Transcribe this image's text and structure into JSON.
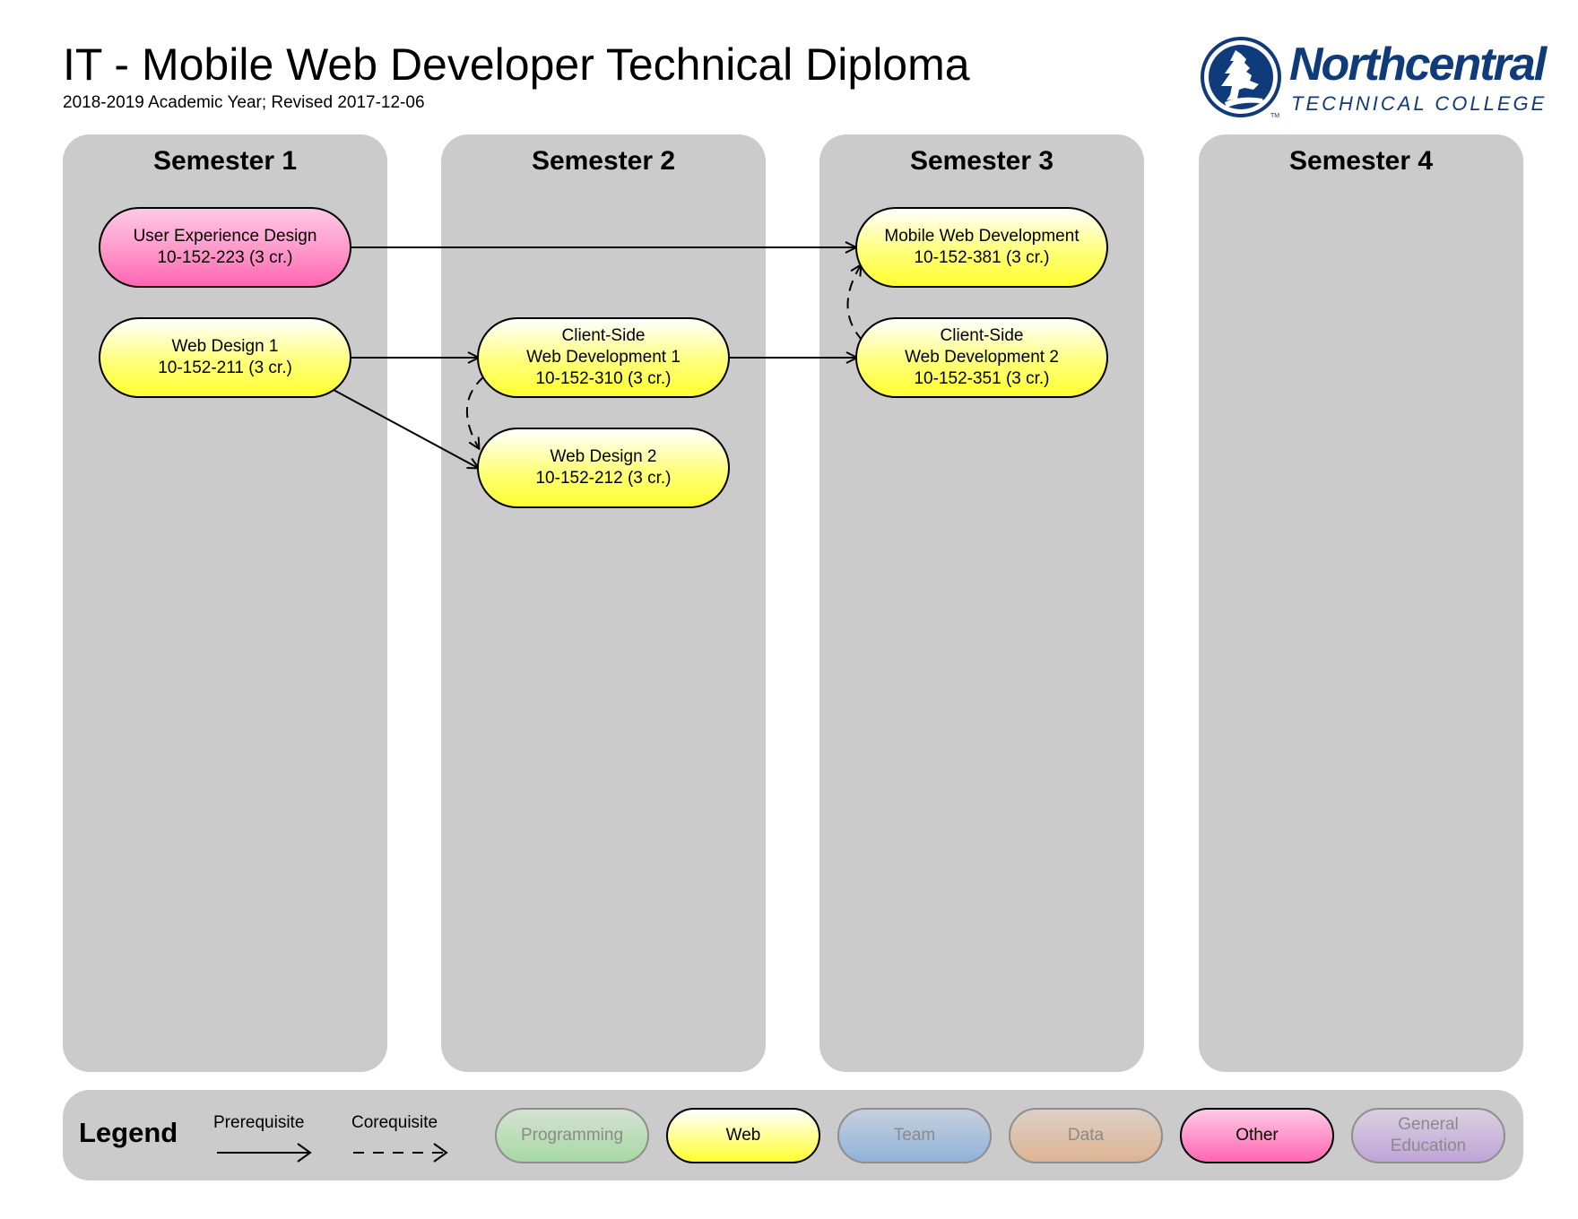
{
  "header": {
    "title": "IT - Mobile Web Developer Technical Diploma",
    "subtitle": "2018-2019 Academic Year; Revised 2017-12-06"
  },
  "logo": {
    "name": "Northcentral",
    "sub": "TECHNICAL COLLEGE",
    "tm": "TM",
    "icon": "pine-tree-icon",
    "color": "#0f3b7a"
  },
  "semesters": [
    {
      "title": "Semester 1"
    },
    {
      "title": "Semester 2"
    },
    {
      "title": "Semester 3"
    },
    {
      "title": "Semester 4"
    }
  ],
  "courses": {
    "ux_design": {
      "lines": [
        "User Experience Design",
        "10-152-223 (3 cr.)"
      ],
      "category": "Other",
      "semester": 1
    },
    "web_design_1": {
      "lines": [
        "Web Design 1",
        "10-152-211 (3 cr.)"
      ],
      "category": "Web",
      "semester": 1
    },
    "csweb_dev_1": {
      "lines": [
        "Client-Side",
        "Web Development 1",
        "10-152-310 (3 cr.)"
      ],
      "category": "Web",
      "semester": 2
    },
    "web_design_2": {
      "lines": [
        "Web Design 2",
        "10-152-212 (3 cr.)"
      ],
      "category": "Web",
      "semester": 2
    },
    "mobile_web_dev": {
      "lines": [
        "Mobile Web Development",
        "10-152-381 (3 cr.)"
      ],
      "category": "Web",
      "semester": 3
    },
    "csweb_dev_2": {
      "lines": [
        "Client-Side",
        "Web Development 2",
        "10-152-351 (3 cr.)"
      ],
      "category": "Web",
      "semester": 3
    }
  },
  "relations": [
    {
      "from": "ux_design",
      "to": "mobile_web_dev",
      "type": "prerequisite"
    },
    {
      "from": "web_design_1",
      "to": "csweb_dev_1",
      "type": "prerequisite"
    },
    {
      "from": "web_design_1",
      "to": "web_design_2",
      "type": "prerequisite"
    },
    {
      "from": "csweb_dev_1",
      "to": "csweb_dev_2",
      "type": "prerequisite"
    },
    {
      "from": "csweb_dev_1",
      "to": "web_design_2",
      "type": "corequisite"
    },
    {
      "from": "csweb_dev_2",
      "to": "mobile_web_dev",
      "type": "corequisite"
    }
  ],
  "legend": {
    "title": "Legend",
    "prerequisite": "Prerequisite",
    "corequisite": "Corequisite",
    "categories": [
      {
        "label": "Programming",
        "active": false,
        "colors": [
          "#d5e2d3",
          "#a6d9a3"
        ]
      },
      {
        "label": "Web",
        "active": true,
        "colors": [
          "#ffffff",
          "#ffff30"
        ]
      },
      {
        "label": "Team",
        "active": false,
        "colors": [
          "#c6d0dc",
          "#90b3da"
        ]
      },
      {
        "label": "Data",
        "active": false,
        "colors": [
          "#ddd0c5",
          "#ddb493"
        ]
      },
      {
        "label": "Other",
        "active": true,
        "colors": [
          "#ffc9e6",
          "#ff66b2"
        ]
      },
      {
        "label": "General Education",
        "active": false,
        "colors": [
          "#d9d0e0",
          "#c0a5d8"
        ]
      }
    ]
  }
}
